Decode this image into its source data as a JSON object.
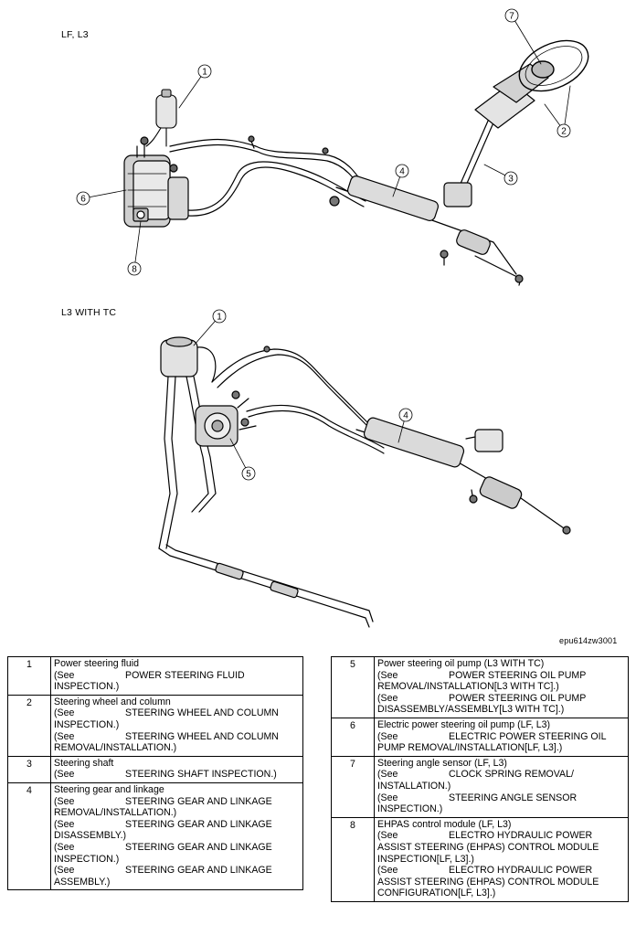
{
  "views": [
    {
      "label": "LF, L3"
    },
    {
      "label": "L3 WITH TC"
    }
  ],
  "figure_code": "epu614zw3001",
  "callouts": {
    "top": [
      "1",
      "2",
      "3",
      "4",
      "6",
      "7",
      "8"
    ],
    "bottom": [
      "1",
      "4",
      "5"
    ]
  },
  "legend_left": [
    {
      "num": "1",
      "title": "Power steering fluid",
      "refs": [
        {
          "pre": "(See",
          "text": "POWER STEERING FLUID",
          "cont": "INSPECTION.)"
        }
      ]
    },
    {
      "num": "2",
      "title": "Steering wheel and column",
      "refs": [
        {
          "pre": "(See",
          "text": "STEERING WHEEL AND COLUMN",
          "cont": "INSPECTION.)"
        },
        {
          "pre": "(See",
          "text": "STEERING WHEEL AND COLUMN",
          "cont": "REMOVAL/INSTALLATION.)"
        }
      ]
    },
    {
      "num": "3",
      "title": "Steering shaft",
      "refs": [
        {
          "pre": "(See",
          "text": "STEERING SHAFT INSPECTION.)",
          "cont": ""
        }
      ]
    },
    {
      "num": "4",
      "title": "Steering gear and linkage",
      "refs": [
        {
          "pre": "(See",
          "text": "STEERING GEAR AND LINKAGE",
          "cont": "REMOVAL/INSTALLATION.)"
        },
        {
          "pre": "(See",
          "text": "STEERING GEAR AND LINKAGE",
          "cont": "DISASSEMBLY.)"
        },
        {
          "pre": "(See",
          "text": "STEERING GEAR AND LINKAGE",
          "cont": "INSPECTION.)"
        },
        {
          "pre": "(See",
          "text": "STEERING GEAR AND LINKAGE",
          "cont": "ASSEMBLY.)"
        }
      ]
    }
  ],
  "legend_right": [
    {
      "num": "5",
      "title": "Power steering oil pump (L3 WITH TC)",
      "refs": [
        {
          "pre": "(See",
          "text": "POWER STEERING OIL PUMP",
          "cont": "REMOVAL/INSTALLATION[L3 WITH TC].)"
        },
        {
          "pre": "(See",
          "text": "POWER STEERING OIL PUMP",
          "cont": "DISASSEMBLY/ASSEMBLY[L3 WITH TC].)"
        }
      ]
    },
    {
      "num": "6",
      "title": "Electric power steering oil pump (LF, L3)",
      "refs": [
        {
          "pre": "(See",
          "text": "ELECTRIC POWER STEERING OIL",
          "cont": "PUMP REMOVAL/INSTALLATION[LF, L3].)"
        }
      ]
    },
    {
      "num": "7",
      "title": "Steering angle sensor (LF, L3)",
      "refs": [
        {
          "pre": "(See",
          "text": "CLOCK SPRING REMOVAL/",
          "cont": "INSTALLATION.)"
        },
        {
          "pre": "(See",
          "text": "STEERING ANGLE SENSOR",
          "cont": "INSPECTION.)"
        }
      ]
    },
    {
      "num": "8",
      "title": "EHPAS control module (LF, L3)",
      "refs": [
        {
          "pre": "(See",
          "text": "ELECTRO HYDRAULIC POWER",
          "cont": "ASSIST STEERING (EHPAS) CONTROL MODULE INSPECTION[LF, L3].)"
        },
        {
          "pre": "(See",
          "text": "ELECTRO HYDRAULIC POWER",
          "cont": "ASSIST STEERING (EHPAS) CONTROL MODULE CONFIGURATION[LF, L3].)"
        }
      ]
    }
  ]
}
